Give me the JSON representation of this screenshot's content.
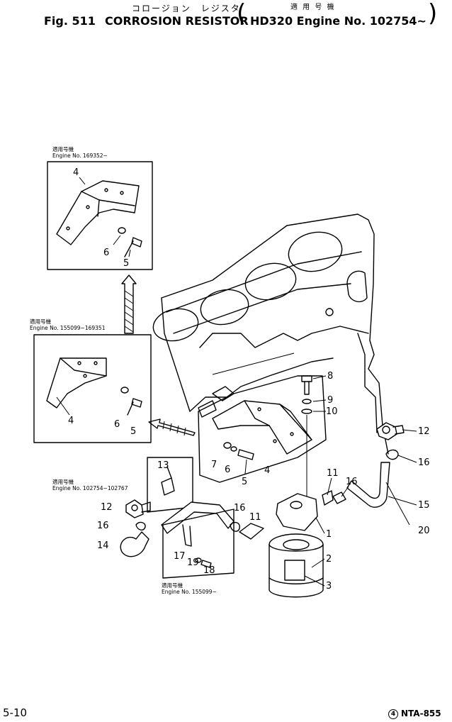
{
  "header": {
    "jp_part_name": "コロージョン　レジスタ",
    "fig_label": "Fig. 511",
    "part_name": "CORROSION RESISTOR",
    "jp_applicable": "適 用 号 機",
    "engine_range": "HD320 Engine No. 102754~",
    "paren_open": "(",
    "paren_close": ")"
  },
  "insets": [
    {
      "jp": "適用号機",
      "label": "Engine  No. 169352~"
    },
    {
      "jp": "適用号機",
      "label": "Engine  No. 155099~169351"
    },
    {
      "jp": "適用号機",
      "label": "Engine  No. 102754~102767"
    },
    {
      "jp": "適用号機",
      "label": "Engine  No. 155099~"
    }
  ],
  "callouts": {
    "c1": "1",
    "c2": "2",
    "c3": "3",
    "c4a": "4",
    "c4b": "4",
    "c4c": "4",
    "c5a": "5",
    "c5b": "5",
    "c5c": "5",
    "c6a": "6",
    "c6b": "6",
    "c6c": "6",
    "c7": "7",
    "c8": "8",
    "c9": "9",
    "c10": "10",
    "c11a": "11",
    "c11b": "11",
    "c12a": "12",
    "c12b": "12",
    "c13": "13",
    "c14": "14",
    "c15": "15",
    "c16a": "16",
    "c16b": "16",
    "c16c": "16",
    "c16d": "16",
    "c17": "17",
    "c18": "18",
    "c19": "19",
    "c20": "20"
  },
  "footer": {
    "page_number": "5-10",
    "code": "NTA-855",
    "code_symbol": "4"
  }
}
